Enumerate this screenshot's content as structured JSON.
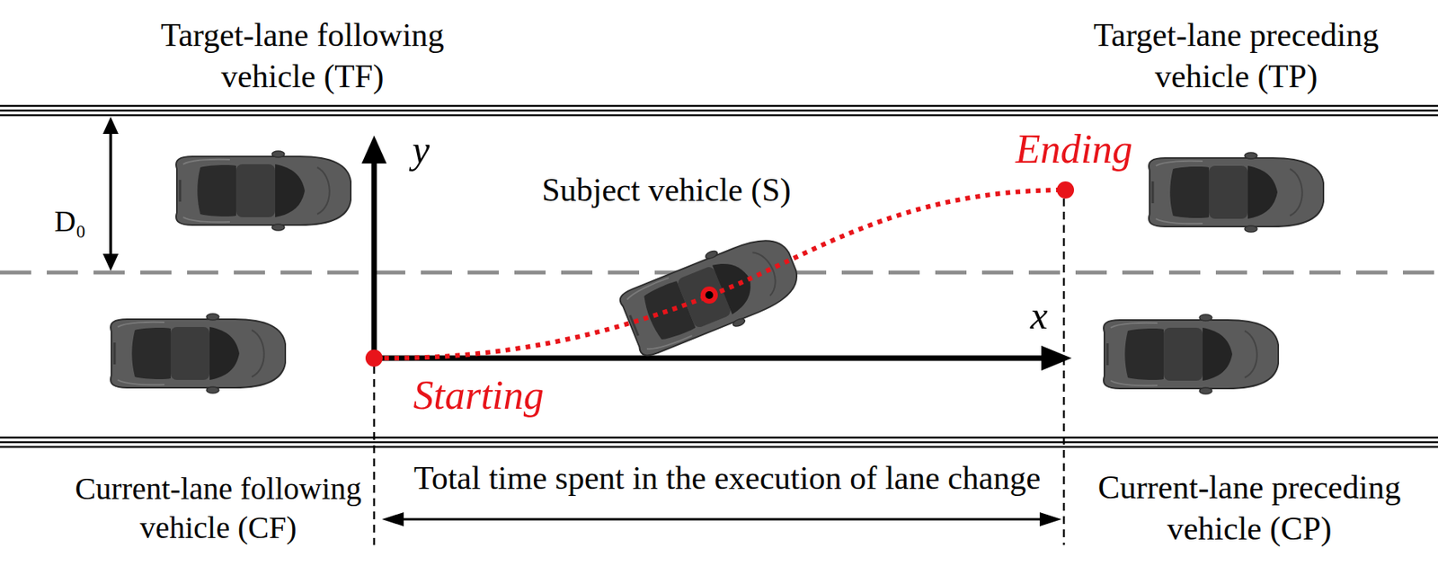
{
  "diagram": {
    "labels": [
      "Target-lane following vehicle (TF)",
      "Target-lane preceding vehicle (TP)",
      "D₀",
      "y",
      "Subject vehicle (S)",
      "Ending",
      "x",
      "Starting",
      "Total time spent in the execution of lane change",
      "Current-lane following vehicle (CF)",
      "Current-lane preceding vehicle (CP)"
    ]
  }
}
